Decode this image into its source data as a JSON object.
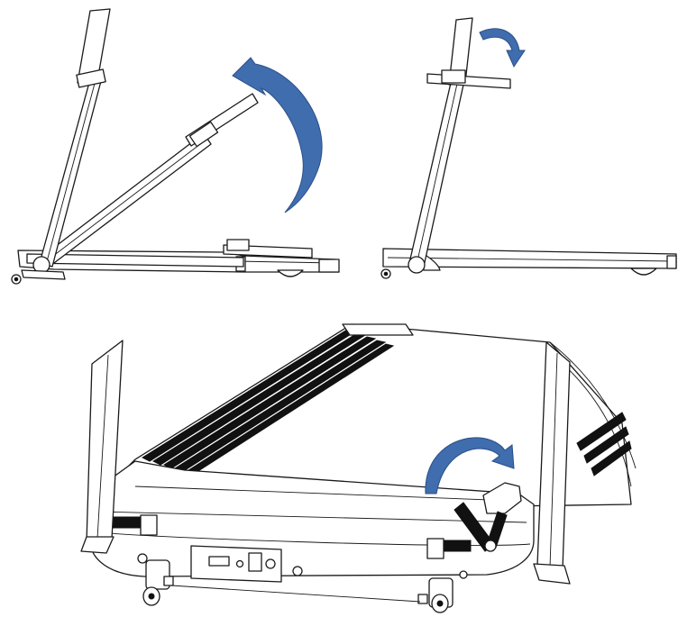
{
  "figure": {
    "panels": [
      {
        "id": "fold-upright-rotation",
        "description_icon": "curved-arrow-counterclockwise"
      },
      {
        "id": "fold-console-rotation",
        "description_icon": "curved-arrow-clockwise"
      },
      {
        "id": "deck-latch-rotation",
        "description_icon": "curved-arrow-clockwise"
      }
    ],
    "colors": {
      "line": "#1a1a1a",
      "arrow": "#3f6dae",
      "belt": "#111111",
      "background": "#ffffff"
    }
  }
}
